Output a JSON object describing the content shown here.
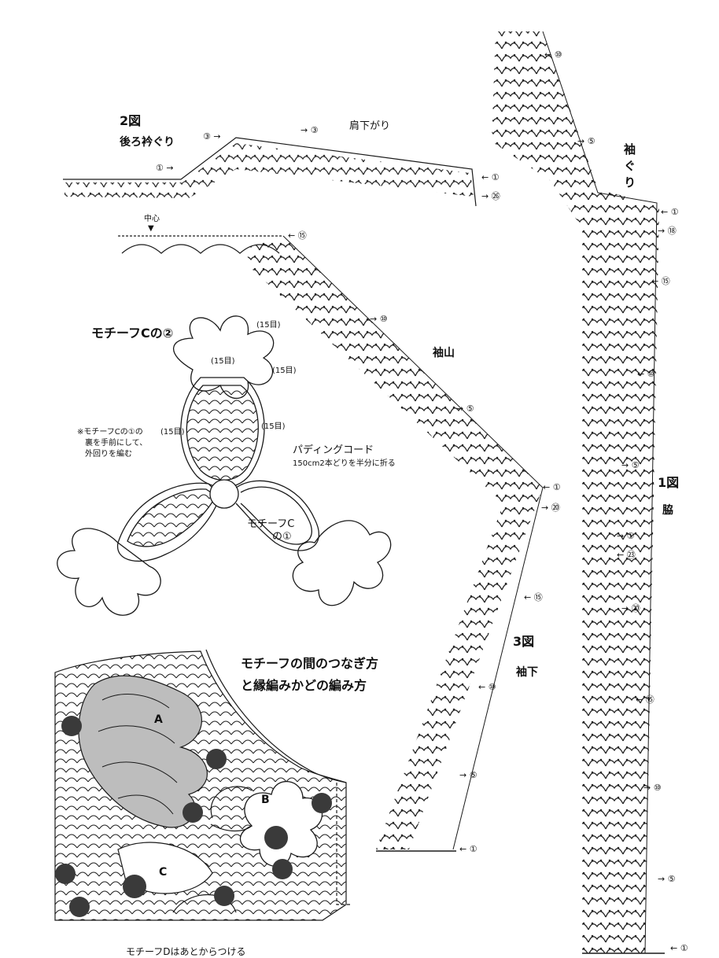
{
  "fig2": {
    "title": "2図",
    "back_neck": "後ろ衿ぐり",
    "shoulder": "肩下がり",
    "center": "中心",
    "center_mark": "▼",
    "rows": [
      "③",
      "③",
      "①",
      "①",
      "㉖"
    ]
  },
  "fig1": {
    "armhole": "袖ぐり",
    "title": "1図",
    "side": "脇",
    "rows": [
      "⑩",
      "⑤",
      "①",
      "⑱",
      "⑮",
      "⑩",
      "⑤",
      "①",
      "㉓",
      "⑳",
      "⑮",
      "⑩",
      "⑤",
      "①"
    ]
  },
  "sleeve": {
    "cap": "袖山",
    "rows_cap": [
      "⑮",
      "⑩",
      "⑤",
      "①",
      "⑳"
    ],
    "fig3_title": "3図",
    "under": "袖下",
    "rows_under": [
      "⑮",
      "⑩",
      "⑤",
      "①"
    ]
  },
  "motif_c": {
    "title": "モチーフCの②",
    "row_15": "(15目)",
    "note": [
      "※モチーフCの①の",
      "裏を手前にして、",
      "外回りを編む"
    ],
    "padding_cord": "パディングコード",
    "padding_note": "150cm2本どりを半分に折る",
    "c1_label": [
      "モチーフC",
      "の①"
    ]
  },
  "joining": {
    "title_line1": "モチーフの間のつなぎ方",
    "title_line2": "と縁編みかどの編み方",
    "letter_a": "A",
    "letter_b": "B",
    "letter_c": "C",
    "footnote": "モチーフDはあとからつける"
  },
  "colors": {
    "ink": "#1a1a1a",
    "motif_dot": "#3a3a3a",
    "motif_fill": "#bdbdbd"
  },
  "chart_data": {
    "type": "table",
    "figures": [
      "1図",
      "2図",
      "3図"
    ]
  }
}
